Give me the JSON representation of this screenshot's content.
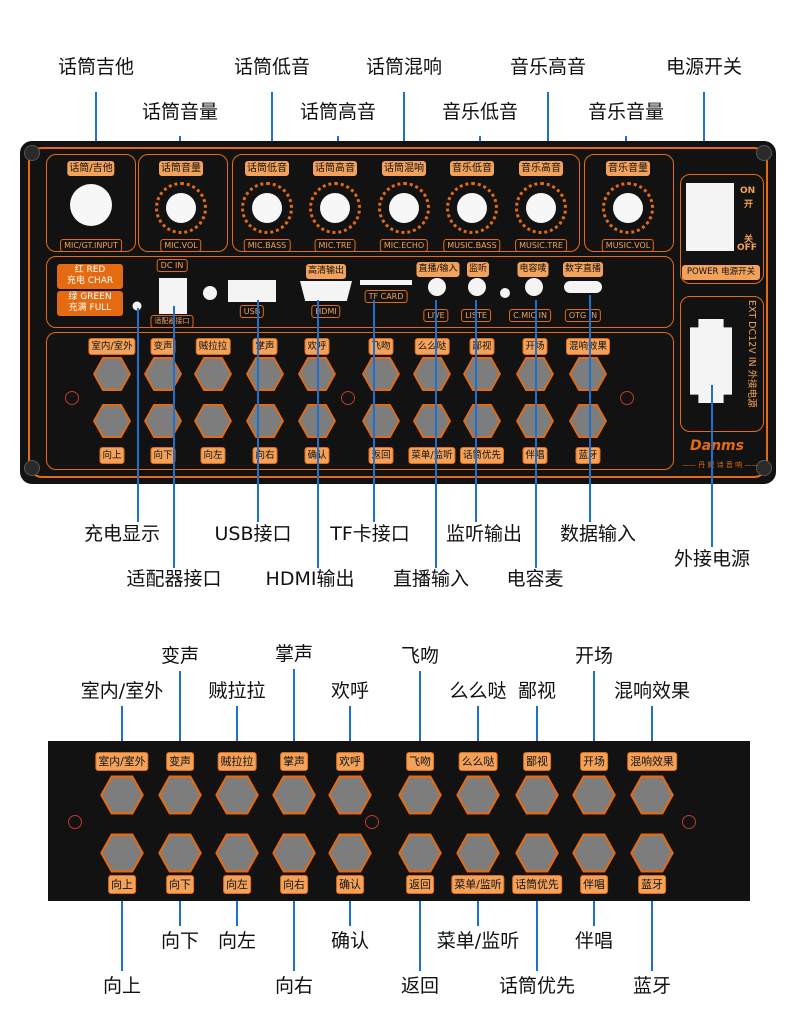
{
  "top_callouts": [
    "话筒吉他",
    "话筒音量",
    "话筒低音",
    "话筒高音",
    "话筒混响",
    "音乐低音",
    "音乐高音",
    "音乐音量",
    "电源开关"
  ],
  "knob_labels": [
    "话筒/吉他",
    "话筒音量",
    "话筒低音",
    "话筒高音",
    "话筒混响",
    "音乐低音",
    "音乐高音",
    "音乐音量"
  ],
  "knob_sublabels": [
    "MIC/GT.INPUT",
    "MIC.VOL",
    "MIC.BASS",
    "MIC.TRE",
    "MIC.ECHO",
    "MUSIC.BASS",
    "MUSIC.TRE",
    "MUSIC.VOL"
  ],
  "power": {
    "on_cn": "ON",
    "on_en": "开",
    "off_cn": "关",
    "off_en": "OFF",
    "label": "POWER 电源开关"
  },
  "led": {
    "red": "红 RED",
    "red2": "充电 CHAR",
    "green": "绿 GREEN",
    "green2": "充满 FULL"
  },
  "dc": {
    "top": "DC IN",
    "bottom": "适配器接口"
  },
  "ports": {
    "usb": "USB",
    "hdmi_top": "高清输出",
    "hdmi": "HDMI",
    "tf": "TF CARD",
    "live_top": "直播/输入",
    "live": "LIVE",
    "liste_top": "监听",
    "liste": "LISTE",
    "cmic_top": "电容唛",
    "cmic": "C.MIC IN",
    "otg_top": "数字直播",
    "otg": "OTG IN"
  },
  "ext": {
    "label": "EXT DC12V IN 外接电源"
  },
  "brand": {
    "name": "Danms",
    "slogan": "—— 丹 妮 诗 音 响 ——"
  },
  "buttons_top": [
    "室内/室外",
    "变声",
    "贼拉拉",
    "掌声",
    "欢呼",
    "飞吻",
    "么么哒",
    "鄙视",
    "开场",
    "混响效果"
  ],
  "buttons_bottom": [
    "向上",
    "向下",
    "向左",
    "向右",
    "确认",
    "返回",
    "菜单/监听",
    "话筒优先",
    "伴唱",
    "蓝牙"
  ],
  "bottom_callouts_1": [
    "充电显示",
    "USB接口",
    "TF卡接口",
    "监听输出",
    "数据输入",
    "外接电源"
  ],
  "bottom_callouts_2": [
    "适配器接口",
    "HDMI输出",
    "直播输入",
    "电容麦"
  ],
  "zoom_callouts_top": [
    "变声",
    "掌声",
    "飞吻",
    "开场",
    "室内/室外",
    "贼拉拉",
    "欢呼",
    "么么哒",
    "鄙视",
    "混响效果"
  ],
  "zoom_callouts_bottom": [
    "向下",
    "向左",
    "确认",
    "菜单/监听",
    "伴唱",
    "向上",
    "向右",
    "返回",
    "话筒优先",
    "蓝牙"
  ],
  "colors": {
    "accent": "#e46b12",
    "tag": "#f2a25a",
    "panel": "#121212",
    "callout_line": "#1f6fd0",
    "button": "#7d7d7d"
  }
}
